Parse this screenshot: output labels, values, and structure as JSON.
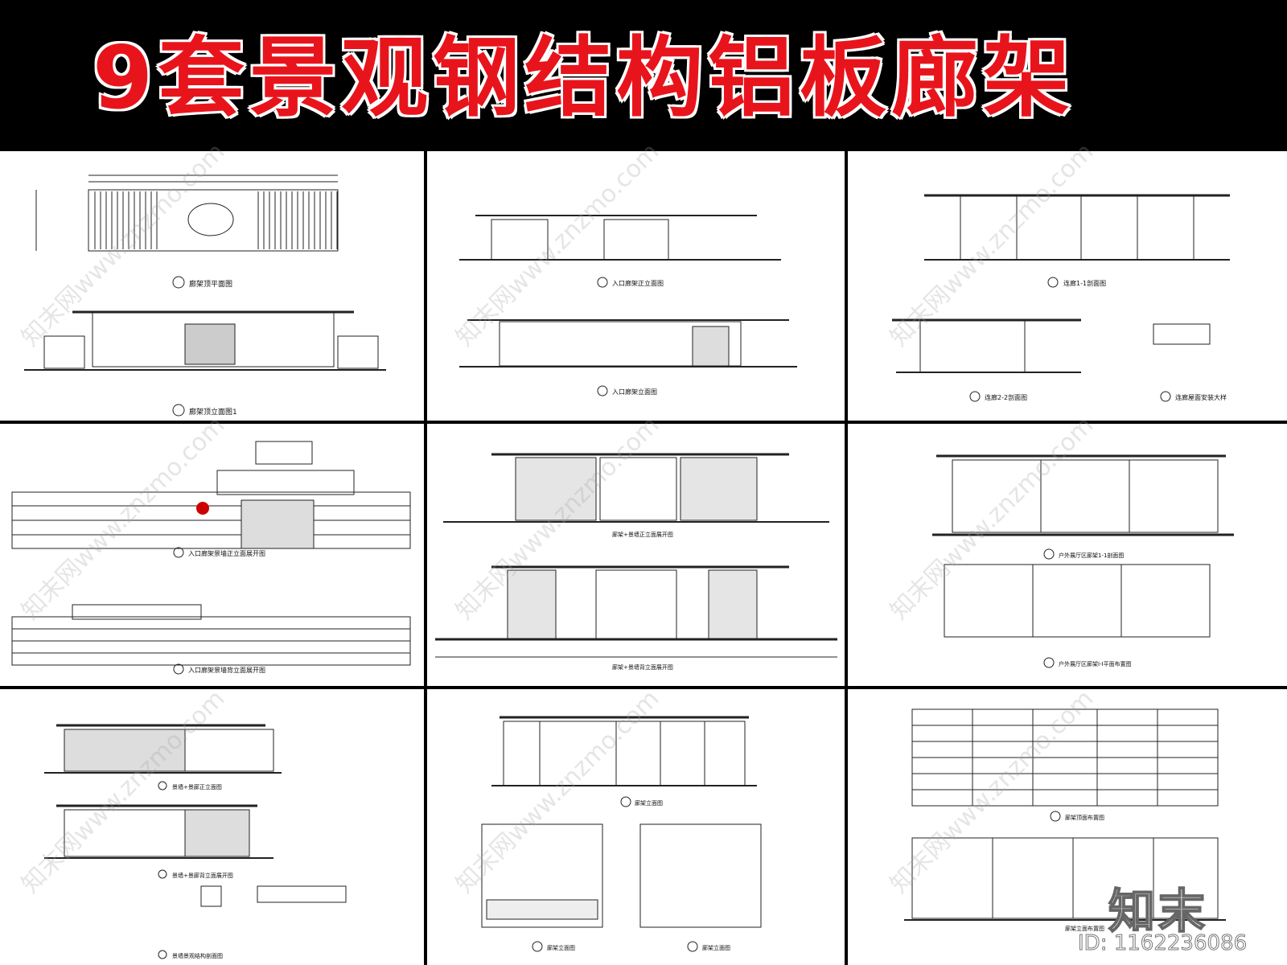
{
  "header": {
    "title": "9套景观钢结构铝板廊架"
  },
  "drawings": [
    {
      "captions": [
        "廊架顶平面图",
        "廊架顶立面图1"
      ]
    },
    {
      "captions": [
        "入口廊架正立面图",
        "入口廊架立面图"
      ]
    },
    {
      "captions": [
        "连廊1-1剖面图",
        "连廊2-2剖面图",
        "连廊屋面安装大样"
      ]
    },
    {
      "captions": [
        "入口廊架景墙正立面展开图",
        "入口廊架景墙背立面展开图"
      ]
    },
    {
      "captions": [
        "廊架+景墙正立面展开图",
        "廊架+景墙背立面展开图"
      ]
    },
    {
      "captions": [
        "户外展厅区廊架1-1剖面图",
        "户外展厅区廊架I-I平面布置图"
      ]
    },
    {
      "captions": [
        "景墙+景廊正立面图",
        "景墙+景廊背立面展开图",
        "景墙景观结构剖面图"
      ]
    },
    {
      "captions": [
        "廊架立面图",
        "廊架立面图",
        "廊架立面图"
      ]
    },
    {
      "captions": [
        "廊架顶面布置图",
        "廊架立面布置图"
      ]
    }
  ],
  "watermark": {
    "text": "知末网www.znzmo.com"
  },
  "brand": {
    "logo": "知末",
    "id_text": "ID: 1162236086"
  },
  "colors": {
    "title_red": "#e8141c",
    "background": "#000000",
    "paper": "#ffffff"
  }
}
